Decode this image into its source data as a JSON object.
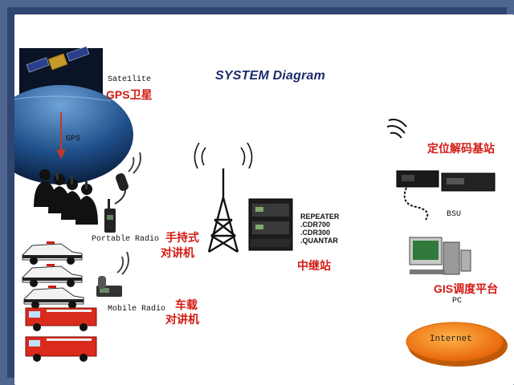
{
  "title": "SYSTEM Diagram",
  "satellite": {
    "en": "Sate1lite",
    "cn": "GPS卫星"
  },
  "gps_link": "GPS",
  "portable": {
    "en": "Portable Radio",
    "cn_line1": "手持式",
    "cn_line2": "对讲机"
  },
  "mobile": {
    "en": "Mobile Radio",
    "cn_line1": "车载",
    "cn_line2": "对讲机"
  },
  "repeater": {
    "lines": [
      "REPEATER",
      ".CDR700",
      ".CDR300",
      ".QUANTAR"
    ],
    "cn": "中继站"
  },
  "bsu": {
    "cn": "定位解码基站",
    "en": "BSU"
  },
  "gis": {
    "cn": "GIS调度平台",
    "en": "PC"
  },
  "internet": "Internet",
  "colors": {
    "accent_red": "#d21a12",
    "title_blue": "#1d2b6b",
    "internet_orange": "#f07a10",
    "frame_blue": "#4f6690"
  }
}
